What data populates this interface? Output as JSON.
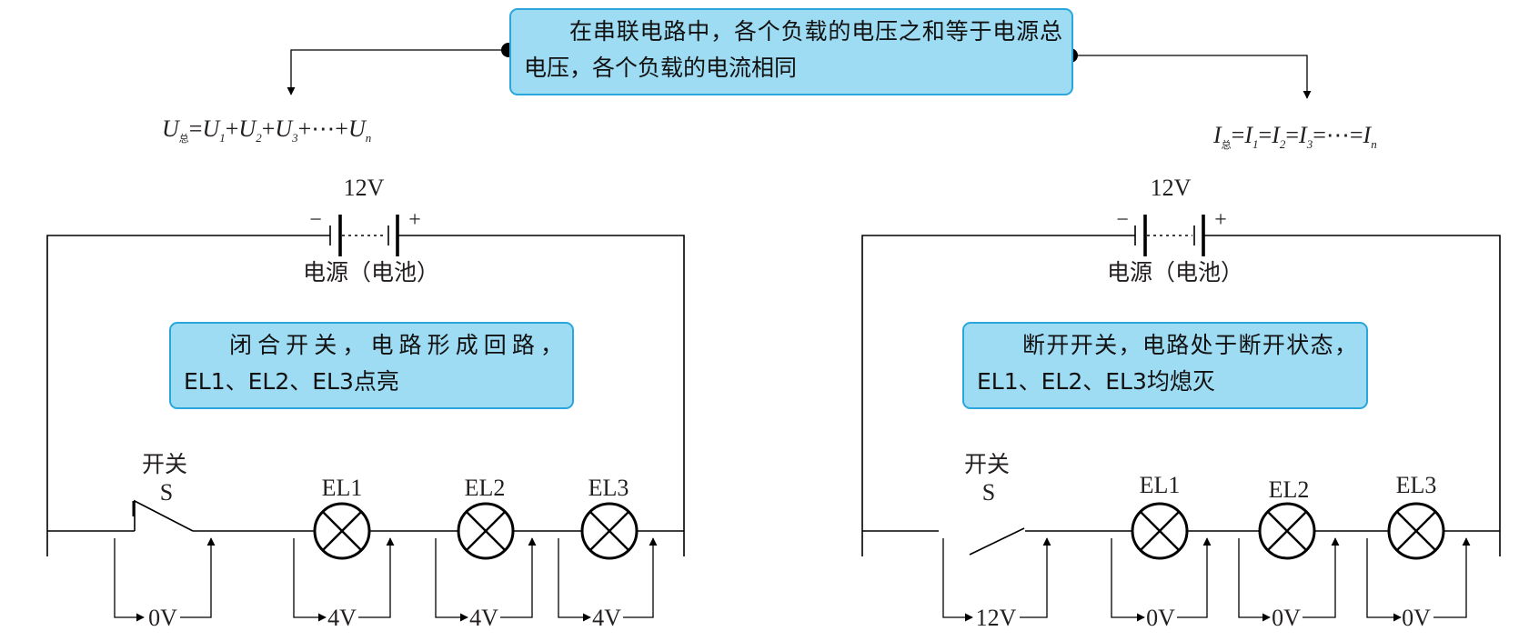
{
  "colors": {
    "callout_fill": "#9edcf4",
    "callout_border": "#2ba6dc",
    "line": "#000000",
    "text": "#231f20"
  },
  "top_callout": {
    "text": "在串联电路中，各个负载的电压之和等于电源总电压，各个负载的电流相同"
  },
  "formula_voltage": {
    "U": "U",
    "zong": "总",
    "eq": "=",
    "U1": "U",
    "s1": "1",
    "plus1": "+",
    "U2": "U",
    "s2": "2",
    "plus2": "+",
    "U3": "U",
    "s3": "3",
    "dots": "+⋯+",
    "Un": "U",
    "sn": "n"
  },
  "formula_current": {
    "I": "I",
    "zong": "总",
    "eq1": "=",
    "I1": "I",
    "s1": "1",
    "eq2": "=",
    "I2": "I",
    "s2": "2",
    "eq3": "=",
    "I3": "I",
    "s3": "3",
    "dots": "=⋯=",
    "In": "I",
    "sn": "n"
  },
  "left_circuit": {
    "battery_voltage": "12V",
    "battery_minus": "−",
    "battery_plus": "+",
    "battery_label": "电源（电池）",
    "callout": "闭合开关，电路形成回路，EL1、EL2、EL3点亮",
    "switch_label_1": "开关",
    "switch_label_2": "S",
    "lamps": [
      "EL1",
      "EL2",
      "EL3"
    ],
    "readings": [
      "0V",
      "4V",
      "4V",
      "4V"
    ]
  },
  "right_circuit": {
    "battery_voltage": "12V",
    "battery_minus": "−",
    "battery_plus": "+",
    "battery_label": "电源（电池）",
    "callout": "断开开关，电路处于断开状态，EL1、EL2、EL3均熄灭",
    "switch_label_1": "开关",
    "switch_label_2": "S",
    "lamps": [
      "EL1",
      "EL2",
      "EL3"
    ],
    "readings": [
      "12V",
      "0V",
      "0V",
      "0V"
    ]
  }
}
